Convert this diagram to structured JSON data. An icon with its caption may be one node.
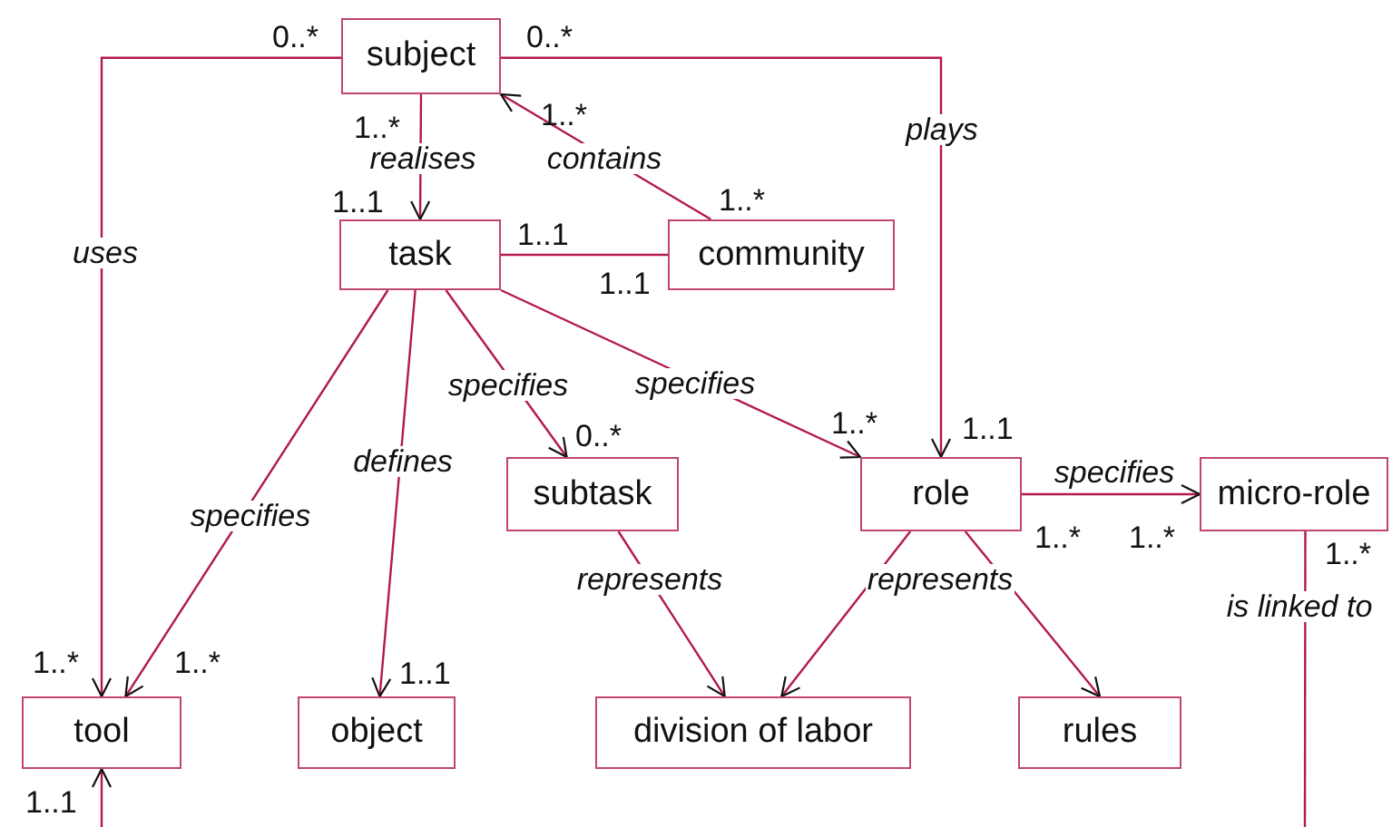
{
  "diagram": {
    "nodes": [
      {
        "text": [
          "subject"
        ]
      },
      {
        "text": [
          "task"
        ]
      },
      {
        "text": [
          "community"
        ]
      },
      {
        "text": [
          "subtask"
        ]
      },
      {
        "text": [
          "role"
        ]
      },
      {
        "text": [
          "micro-role"
        ]
      },
      {
        "text": [
          "tool"
        ]
      },
      {
        "text": [
          "object"
        ]
      },
      {
        "text": [
          "division of labor"
        ]
      },
      {
        "text": [
          "rules"
        ]
      }
    ],
    "edges": [
      {
        "from": 0,
        "to": 1,
        "arrow": "to",
        "label": "realises"
      },
      {
        "from": 2,
        "to": 0,
        "arrow": "to",
        "label": "contains"
      },
      {
        "from": 1,
        "to": 2,
        "arrow": "none"
      },
      {
        "from": 0,
        "to": 6,
        "arrow": "to",
        "label": "uses"
      },
      {
        "from": 0,
        "to": 4,
        "arrow": "to",
        "label": "plays"
      },
      {
        "from": 1,
        "to": 6,
        "arrow": "to",
        "label": "specifies"
      },
      {
        "from": 1,
        "to": 7,
        "arrow": "to",
        "label": "defines"
      },
      {
        "from": 1,
        "to": 3,
        "arrow": "to",
        "label": "specifies"
      },
      {
        "from": 1,
        "to": 4,
        "arrow": "to",
        "label": "specifies"
      },
      {
        "from": 4,
        "to": 5,
        "arrow": "to",
        "label": "specifies"
      },
      {
        "from": 3,
        "to": 8,
        "arrow": "to",
        "label": "represents"
      },
      {
        "from": 4,
        "to": 8,
        "arrow": "to",
        "label": "represents"
      },
      {
        "from": 4,
        "to": 9,
        "arrow": "to"
      },
      {
        "from": null,
        "to": 6,
        "arrow": "to"
      },
      {
        "from": 5,
        "to": null,
        "arrow": "none",
        "label": "is linked to"
      }
    ],
    "labels": [
      "0..*",
      "0..*",
      "1..*",
      "1..*",
      "1..1",
      "1..*",
      "1..1",
      "1..1",
      "0..*",
      "1..*",
      "1..1",
      "1..*",
      "1..*",
      "1..*",
      "1..*",
      "1..*",
      "1..1",
      "1..1"
    ]
  }
}
